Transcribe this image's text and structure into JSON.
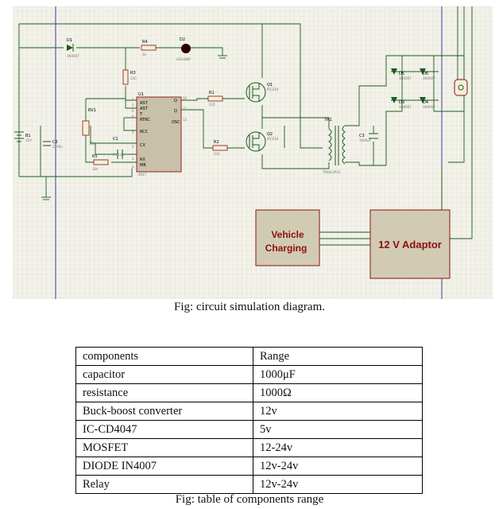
{
  "schematic": {
    "labels": {
      "d1": "D1",
      "d1_val": "1N4007",
      "r4": "R4",
      "r4_val": "1k",
      "d2": "D2",
      "d2_val": "LED-BIBY",
      "r3": "R3",
      "r3_val": "330",
      "rv1": "RV1",
      "rv1_val": "10k",
      "u1": "U1",
      "u1_part": "4047",
      "c1": "C1",
      "c1_val": "0.01Uu",
      "r5": "R5",
      "r5_val": "10k",
      "r1": "R1",
      "r1_val": "220",
      "r2": "R2",
      "r2_val": "220",
      "q1": "Q1",
      "q1_val": "IRCZ44",
      "q2": "Q2",
      "q2_val": "IRCZ44",
      "tr1": "TR1",
      "tr1_val": "TRAN-2P2S",
      "c3": "C3",
      "c3_val": "1000uF",
      "b1": "B1",
      "b1_val": "12V",
      "c2": "C2",
      "c2_val": "2200u",
      "d3": "D3",
      "d4": "D4",
      "d5": "D5",
      "d6": "D6",
      "diode_val": "1N4007"
    },
    "pins": {
      "ast": "AST",
      "ast_bar": "AST",
      "t": "T",
      "rtrc": "RTRC",
      "rcc": "RCC",
      "cx": "CX",
      "rx": "RX",
      "mr": "MR",
      "q": "Q",
      "qbar": "Q",
      "osc": "OSC",
      "n4": "4",
      "n5": "5",
      "n6": "6",
      "n8": "8",
      "n3": "3",
      "n2": "2",
      "n1": "1",
      "n9": "9",
      "n10": "10",
      "n11": "11",
      "n13": "13"
    },
    "blocks": {
      "vehicle_line1": "Vehicle",
      "vehicle_line2": "Charging",
      "adaptor": "12 V Adaptor"
    },
    "colors": {
      "grid": "#d8d8c8",
      "wire": "#1a5c1a",
      "block": "#d2cbb4",
      "block_text": "#8b1010"
    }
  },
  "captions": {
    "schematic": "Fig: circuit simulation diagram.",
    "table": "Fig: table of components range"
  },
  "table": {
    "headers": [
      "components",
      "Range"
    ],
    "rows": [
      [
        "capacitor",
        "1000μF"
      ],
      [
        "resistance",
        "1000Ω"
      ],
      [
        "Buck-boost converter",
        "12v"
      ],
      [
        "IC-CD4047",
        "5v"
      ],
      [
        "MOSFET",
        "12-24v"
      ],
      [
        "DIODE IN4007",
        "12v-24v"
      ],
      [
        "Relay",
        "12v-24v"
      ]
    ]
  }
}
